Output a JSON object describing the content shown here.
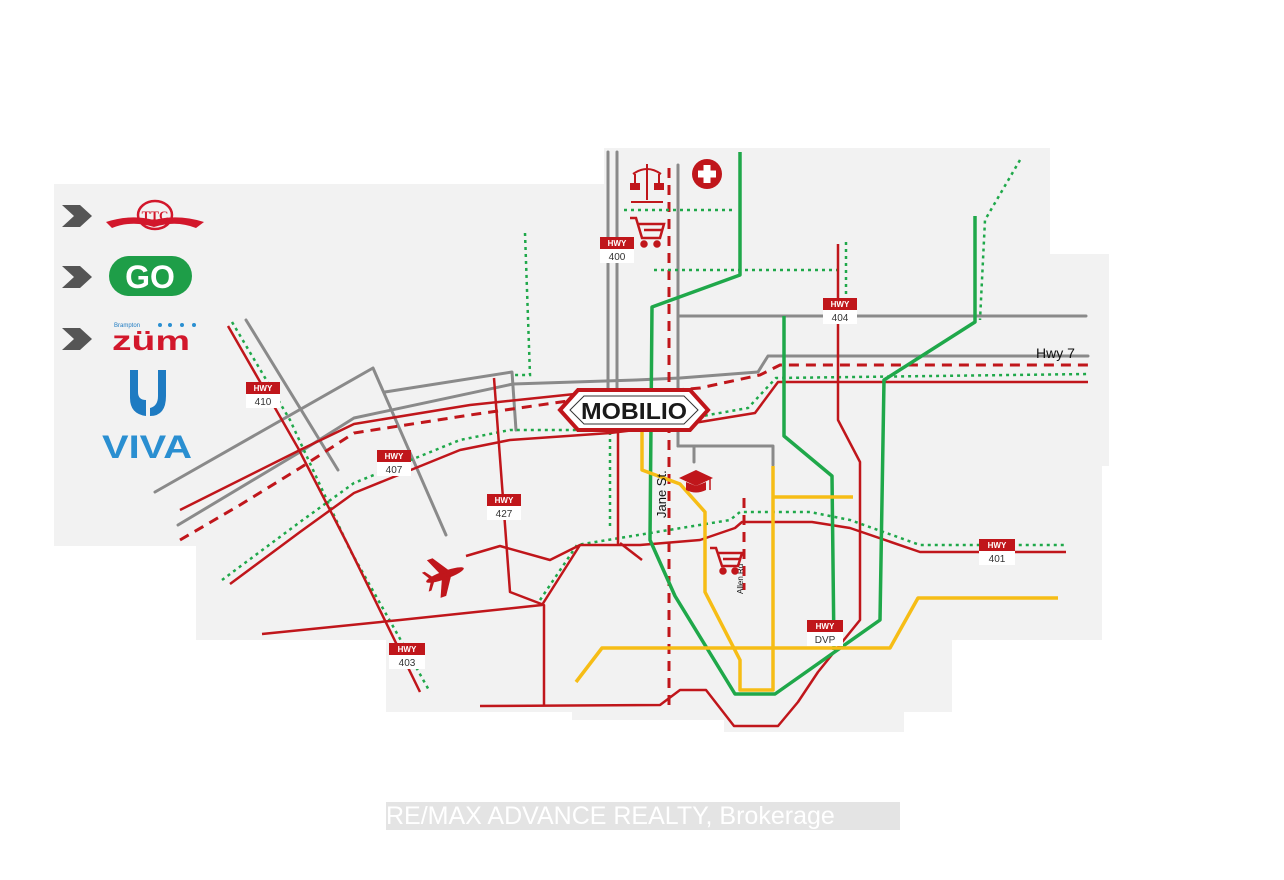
{
  "legend": {
    "ttc_letters": "TTC",
    "go_letters": "GO",
    "zum_letters": "züm",
    "zum_small": "Brampton",
    "viva_label": "VIVA"
  },
  "highways": [
    {
      "id": "400",
      "tag": "HWY",
      "number": "400"
    },
    {
      "id": "404",
      "tag": "HWY",
      "number": "404"
    },
    {
      "id": "410",
      "tag": "HWY",
      "number": "410"
    },
    {
      "id": "407",
      "tag": "HWY",
      "number": "407"
    },
    {
      "id": "427",
      "tag": "HWY",
      "number": "427"
    },
    {
      "id": "401",
      "tag": "HWY",
      "number": "401"
    },
    {
      "id": "403",
      "tag": "HWY",
      "number": "403"
    },
    {
      "id": "dvp",
      "tag": "HWY",
      "number": "DVP"
    }
  ],
  "streets": {
    "hwy7": "Hwy 7",
    "jane": "Jane St.",
    "allen": "Allen Rd"
  },
  "site_label": "MOBILIO",
  "watermark": "RE/MAX ADVANCE REALTY, Brokerage",
  "colors": {
    "red": "#c0161b",
    "green": "#1fa84a",
    "gray": "#8a8a8a",
    "yellow": "#f6bd16",
    "go_green": "#1e9e48",
    "viva_blue": "#2a8fd1",
    "yrt_blue": "#1e7bc2"
  },
  "icons": [
    "chevron-icon",
    "ttc-logo-icon",
    "go-logo-icon",
    "zum-logo-icon",
    "yrt-logo-icon",
    "viva-logo-icon",
    "amusement-park-icon",
    "hospital-icon",
    "shopping-cart-icon",
    "graduation-cap-icon",
    "airplane-icon"
  ]
}
